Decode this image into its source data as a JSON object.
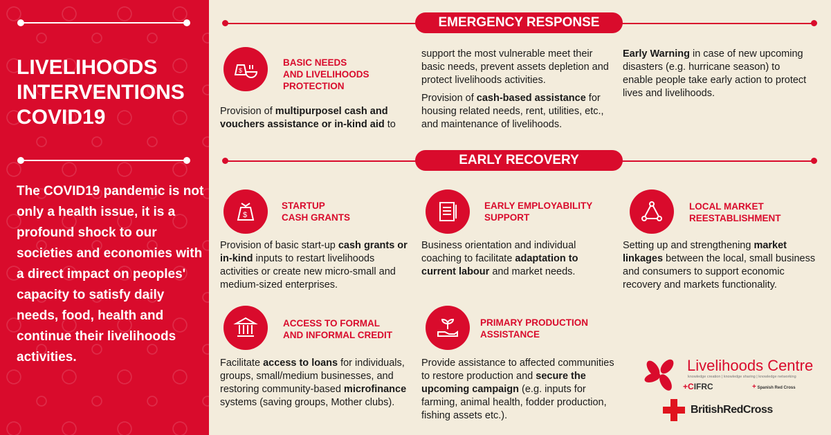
{
  "left": {
    "title": "LIVELIHOODS INTERVENTIONS COVID19",
    "paragraph": "The COVID19 pandemic is not only a health issue, it is a profound shock to our societies and economies with a direct impact on peoples' capacity to satisfy daily needs, food, health and continue their livelihoods activities."
  },
  "sections": {
    "emergency": "EMERGENCY RESPONSE",
    "recovery": "EARLY RECOVERY"
  },
  "items": {
    "basic": {
      "icon": "money-bag-bowl-icon",
      "title": [
        "BASIC NEEDS",
        "AND LIVELIHOODS",
        "PROTECTION"
      ]
    },
    "startup": {
      "icon": "money-bag-icon",
      "title": [
        "STARTUP",
        "CASH GRANTS"
      ]
    },
    "employ": {
      "icon": "clipboard-icon",
      "title": [
        "EARLY EMPLOYABILITY",
        "SUPPORT"
      ]
    },
    "market": {
      "icon": "network-triangle-icon",
      "title": [
        "LOCAL MARKET",
        "REESTABLISHMENT"
      ]
    },
    "credit": {
      "icon": "bank-icon",
      "title": [
        "ACCESS TO FORMAL",
        "AND INFORMAL CREDIT"
      ]
    },
    "primary": {
      "icon": "plant-hand-icon",
      "title": [
        "PRIMARY PRODUCTION",
        "ASSISTANCE"
      ]
    }
  },
  "paragraphs": {
    "basic_a": [
      {
        "t": "Provision of "
      },
      {
        "t": "multipurposel cash and vouchers assistance or in-kind aid",
        "b": true
      },
      {
        "t": " to"
      }
    ],
    "basic_b": [
      {
        "t": "support the most vulnerable meet their basic needs, prevent assets depletion and protect livelihoods activities."
      }
    ],
    "basic_c": [
      {
        "t": "Provision of "
      },
      {
        "t": "cash-based assistance",
        "b": true
      },
      {
        "t": " for housing related needs, rent, utilities, etc., and maintenance of livelihoods."
      }
    ],
    "warning": [
      {
        "t": "Early Warning",
        "b": true
      },
      {
        "t": " in case of new upcoming disasters (e.g. hurricane season) to enable people take early action to protect lives and livelihoods."
      }
    ],
    "startup": [
      {
        "t": "Provision of basic start-up "
      },
      {
        "t": "cash grants or in-kind",
        "b": true
      },
      {
        "t": " inputs to restart livelihoods activities or create new micro-small and medium-sized enterprises."
      }
    ],
    "employ": [
      {
        "t": "Business orientation and individual coaching to facilitate "
      },
      {
        "t": "adaptation to current labour",
        "b": true
      },
      {
        "t": " and market needs."
      }
    ],
    "market": [
      {
        "t": "Setting up and strengthening "
      },
      {
        "t": "market linkages",
        "b": true
      },
      {
        "t": " between the local, small business and consumers to support economic recovery and markets functionality."
      }
    ],
    "credit": [
      {
        "t": "Facilitate "
      },
      {
        "t": "access to loans",
        "b": true
      },
      {
        "t": " for individuals, groups, small/medium businesses, and restoring community-based "
      },
      {
        "t": "microfinance",
        "b": true
      },
      {
        "t": " systems (saving groups, Mother clubs)."
      }
    ],
    "primary": [
      {
        "t": "Provide assistance to affected communities to restore production and "
      },
      {
        "t": "secure the upcoming campaign",
        "b": true
      },
      {
        "t": " (e.g. inputs for farming, animal health, fodder production, fishing assets etc.)."
      }
    ]
  },
  "logos": {
    "livelihoods": "Livelihoods Centre",
    "tagline": "knowledge creation | knowledge sharing | knowledge networking",
    "ifrc": "IFRC",
    "spanish": "Spanish Red Cross",
    "british": "BritishRedCross"
  },
  "colors": {
    "red": "#d90b2c",
    "background": "#f3ecdc"
  }
}
